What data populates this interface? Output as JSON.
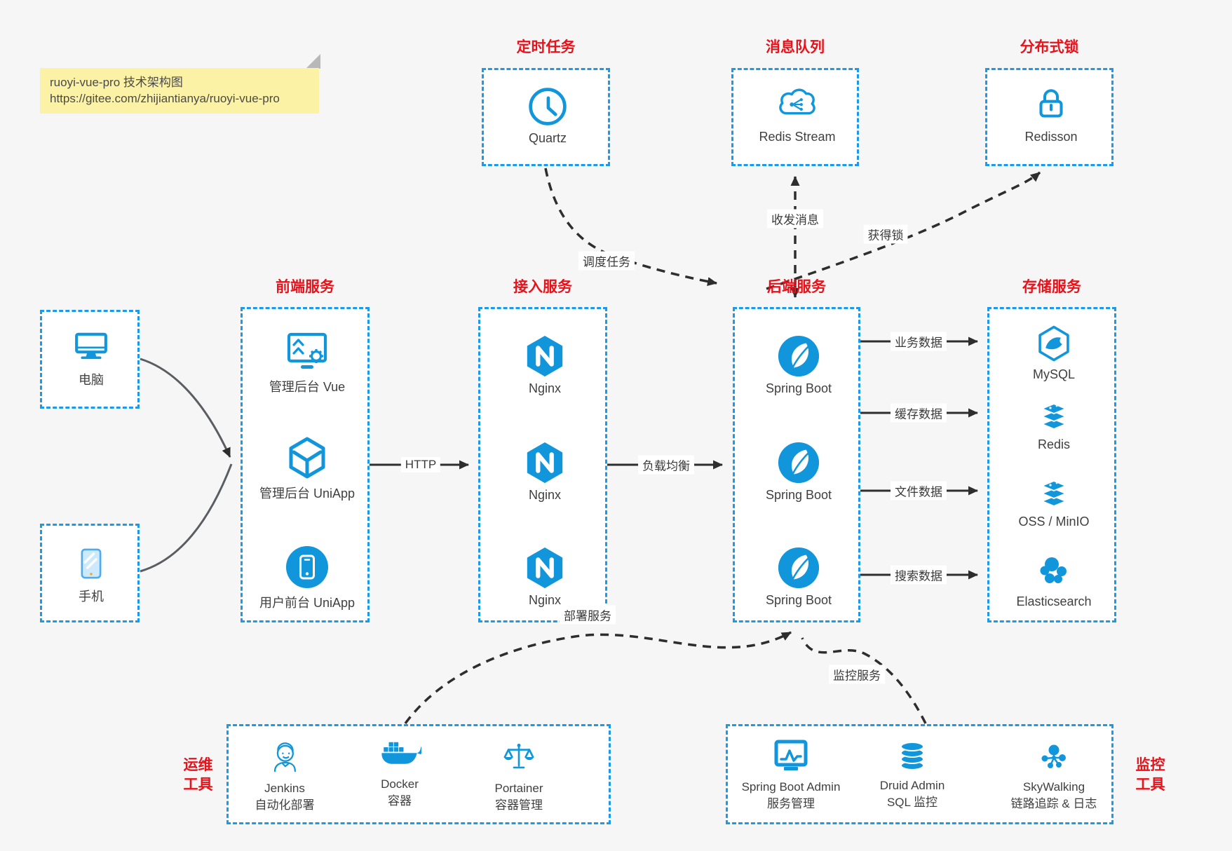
{
  "note": {
    "line1": "ruoyi-vue-pro 技术架构图",
    "line2": "https://gitee.com/zhijiantianya/ruoyi-vue-pro"
  },
  "colors": {
    "box_border_blue": "#1a9ae8",
    "icon_blue": "#1296db",
    "title_red": "#e8121b",
    "connector_dark": "#2e2e2e",
    "connector_gray": "#5a5e63",
    "note_bg": "#fbf2a6",
    "canvas_bg": "#f6f6f6",
    "box_bg": "#ffffff"
  },
  "top_groups": [
    {
      "title": "定时任务",
      "item": {
        "icon": "clock-icon",
        "label": "Quartz"
      }
    },
    {
      "title": "消息队列",
      "item": {
        "icon": "redis-stream-cloud-icon",
        "label": "Redis Stream"
      }
    },
    {
      "title": "分布式锁",
      "item": {
        "icon": "lock-icon",
        "label": "Redisson"
      }
    }
  ],
  "clients": [
    {
      "icon": "desktop-icon",
      "label": "电脑"
    },
    {
      "icon": "smartphone-icon",
      "label": "手机"
    }
  ],
  "service_groups": [
    {
      "title": "前端服务",
      "items": [
        {
          "icon": "admin-vue-icon",
          "label": "管理后台 Vue"
        },
        {
          "icon": "uniapp-cube-icon",
          "label": "管理后台 UniApp"
        },
        {
          "icon": "user-app-icon",
          "label": "用户前台 UniApp"
        }
      ]
    },
    {
      "title": "接入服务",
      "items": [
        {
          "icon": "nginx-icon",
          "label": "Nginx"
        },
        {
          "icon": "nginx-icon",
          "label": "Nginx"
        },
        {
          "icon": "nginx-icon",
          "label": "Nginx"
        }
      ]
    },
    {
      "title": "后端服务",
      "items": [
        {
          "icon": "spring-boot-icon",
          "label": "Spring Boot"
        },
        {
          "icon": "spring-boot-icon",
          "label": "Spring Boot"
        },
        {
          "icon": "spring-boot-icon",
          "label": "Spring Boot"
        }
      ]
    },
    {
      "title": "存储服务",
      "items": [
        {
          "icon": "mysql-icon",
          "label": "MySQL"
        },
        {
          "icon": "redis-icon",
          "label": "Redis"
        },
        {
          "icon": "oss-minio-icon",
          "label": "OSS / MinIO"
        },
        {
          "icon": "elasticsearch-icon",
          "label": "Elasticsearch"
        }
      ]
    }
  ],
  "bottom_groups": [
    {
      "title_lines": [
        "运维",
        "工具"
      ],
      "items": [
        {
          "icon": "jenkins-icon",
          "name": "Jenkins",
          "desc": "自动化部署"
        },
        {
          "icon": "docker-icon",
          "name": "Docker",
          "desc": "容器"
        },
        {
          "icon": "portainer-icon",
          "name": "Portainer",
          "desc": "容器管理"
        }
      ]
    },
    {
      "title_lines": [
        "监控",
        "工具"
      ],
      "items": [
        {
          "icon": "spring-boot-admin-icon",
          "name": "Spring Boot Admin",
          "desc": "服务管理"
        },
        {
          "icon": "druid-icon",
          "name": "Druid Admin",
          "desc": "SQL 监控"
        },
        {
          "icon": "skywalking-icon",
          "name": "SkyWalking",
          "desc": "链路追踪 & 日志"
        }
      ]
    }
  ],
  "edge_labels": {
    "schedule": "调度任务",
    "messaging": "收发消息",
    "acquire_lock": "获得锁",
    "http": "HTTP",
    "load_balance": "负载均衡",
    "business_data": "业务数据",
    "cache_data": "缓存数据",
    "file_data": "文件数据",
    "search_data": "搜索数据",
    "deploy": "部署服务",
    "monitoring": "监控服务"
  }
}
